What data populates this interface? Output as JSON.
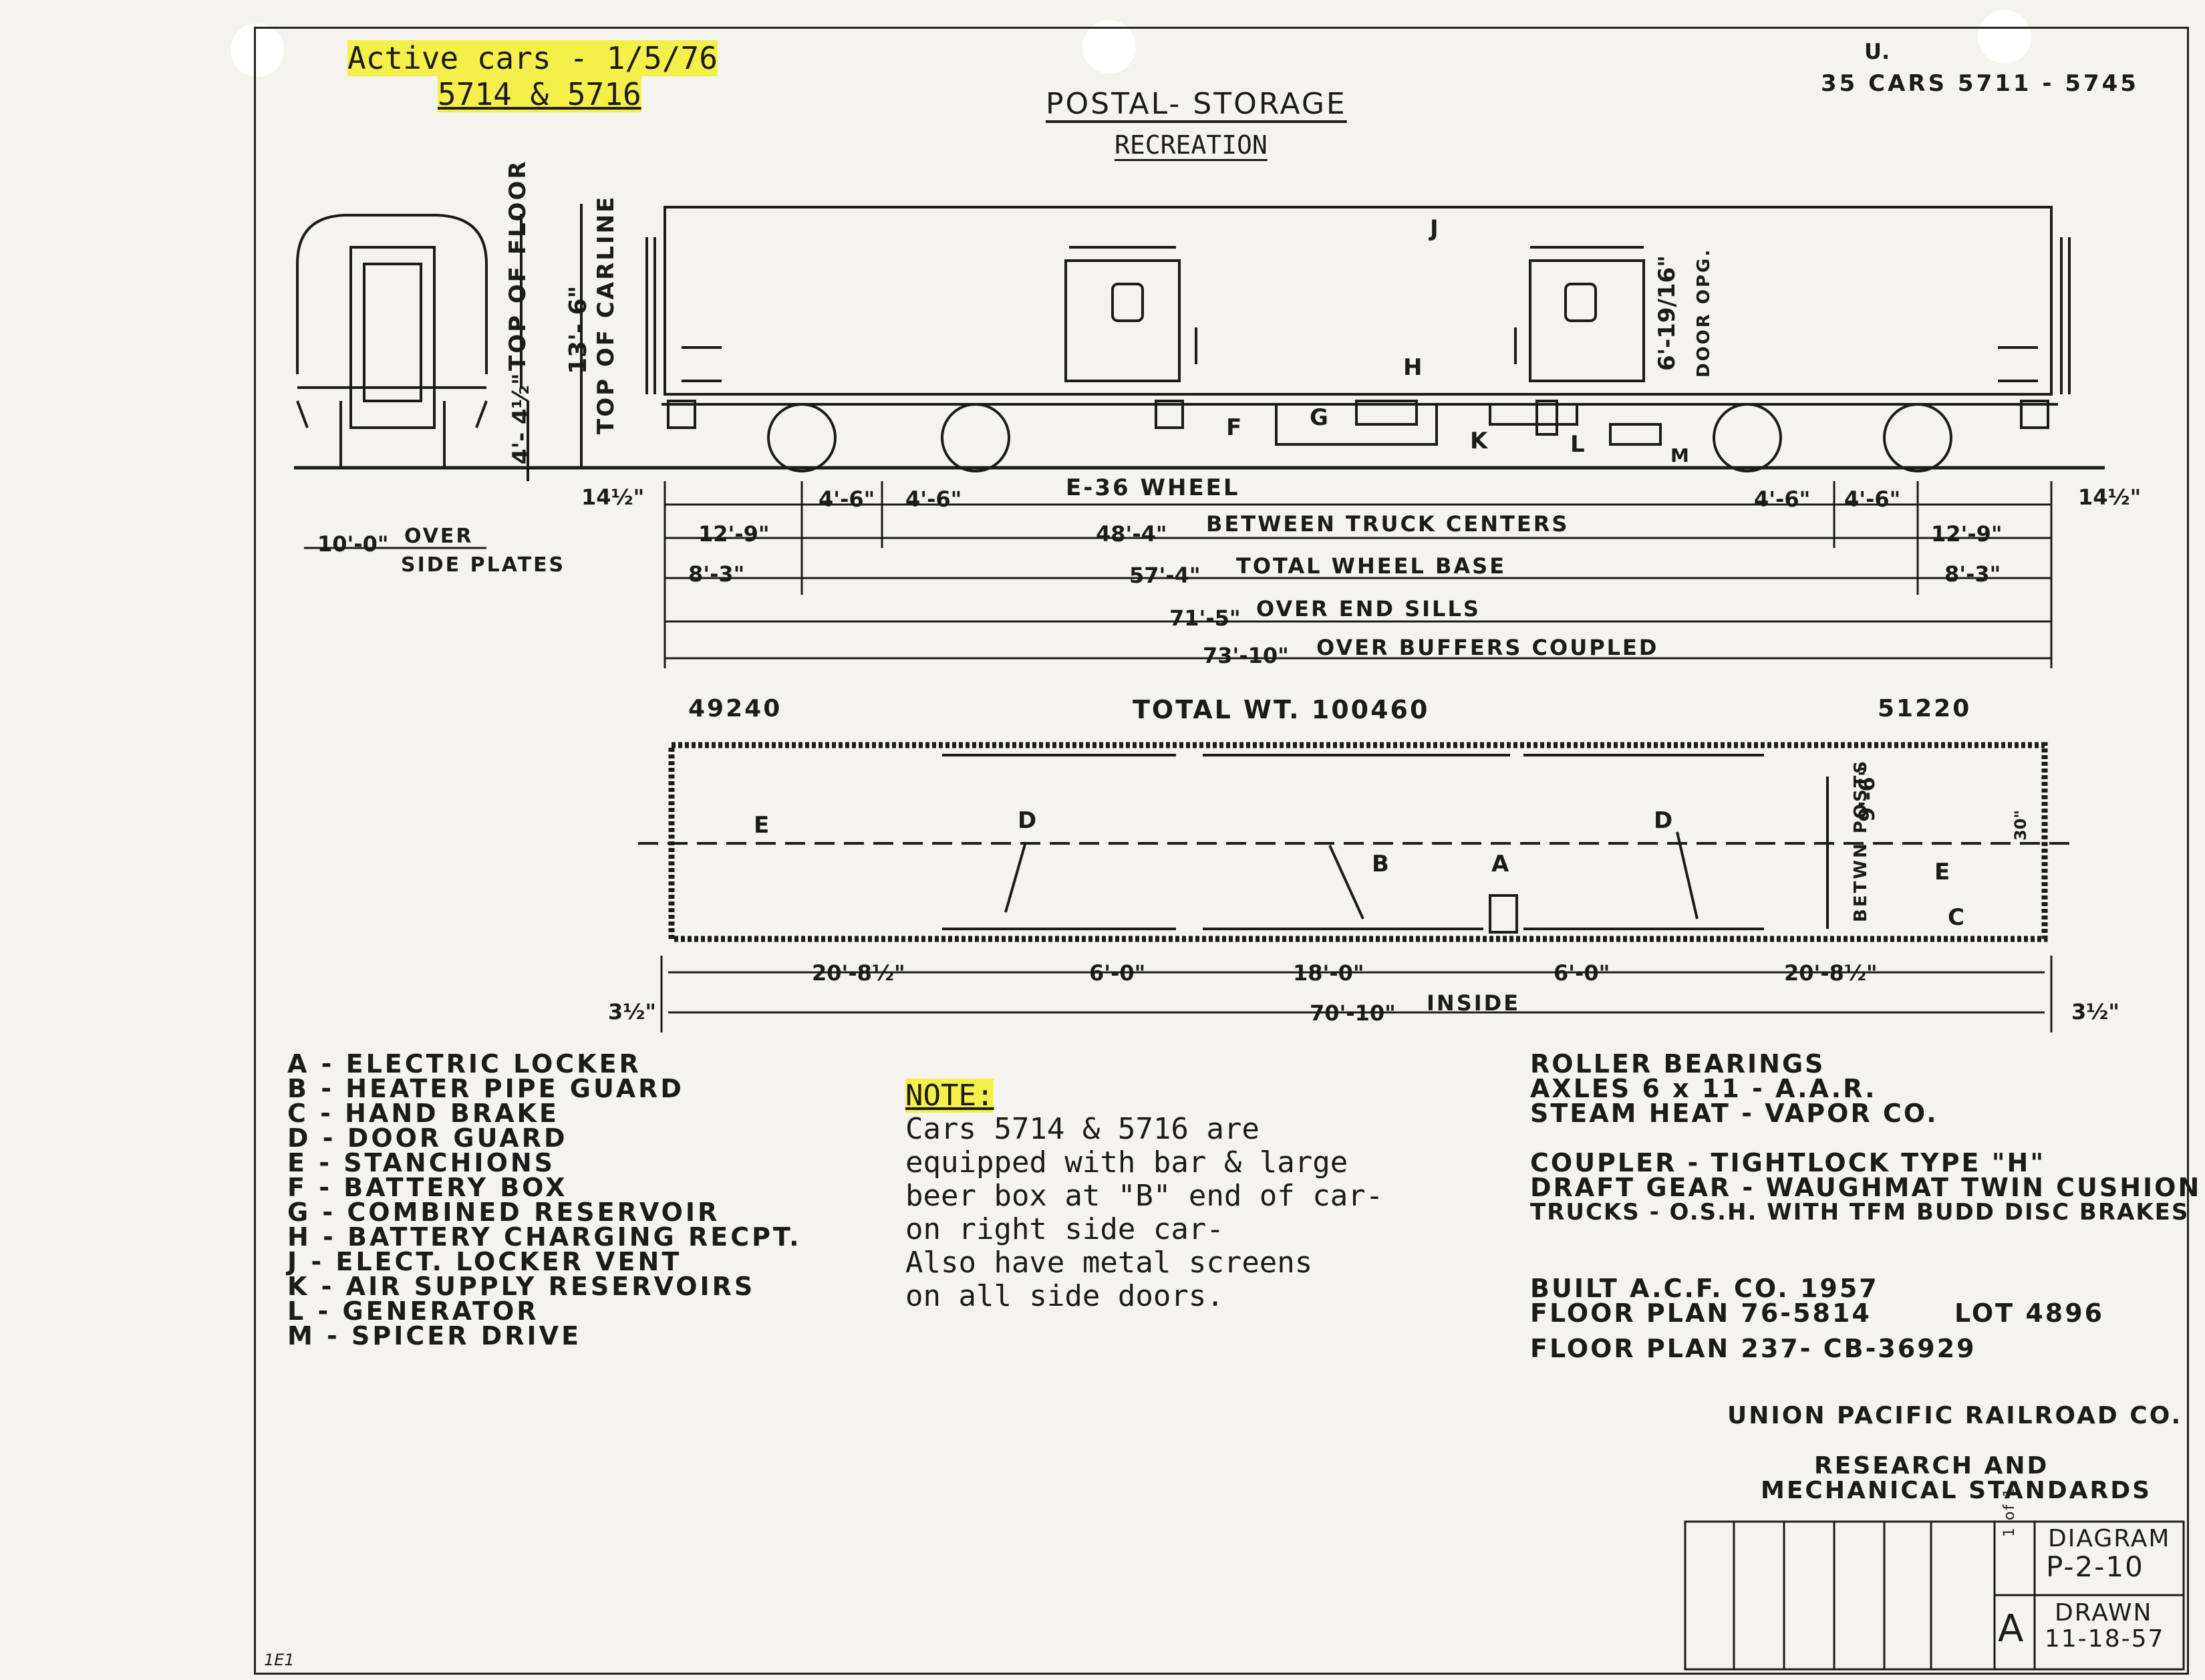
{
  "handwritten": {
    "line1": "Active cars - 1/5/76",
    "line2": "5714 & 5716"
  },
  "header": {
    "cars": "35 CARS  5711 - 5745",
    "top_mark": "U.",
    "title": "POSTAL- STORAGE",
    "subtitle": "RECREATION"
  },
  "elevation_labels": {
    "top_of_floor": "TOP OF FLOOR",
    "top_of_carline": "TOP OF CARLINE",
    "height_13_6": "13'- 6\"",
    "height_4_4": "4'- 4½\"",
    "door_opening": "6'-19/16\"",
    "door_opg": "DOOR OPG.",
    "wheel": "E-36 WHEEL",
    "callouts": [
      "J",
      "H",
      "F",
      "G",
      "K",
      "L",
      "M"
    ]
  },
  "dimensions": {
    "left_end": "14½\"",
    "right_end": "14½\"",
    "axle_4_6": "4'-6\"",
    "truck_end": "12'-9\"",
    "truck_centers": "48'-4\"",
    "truck_centers_label": "BETWEEN TRUCK CENTERS",
    "wheel_base_end": "8'-3\"",
    "wheel_base": "57'-4\"",
    "wheel_base_label": "TOTAL WHEEL BASE",
    "end_sills": "71'-5\"",
    "end_sills_label": "OVER END SILLS",
    "buffers": "73'-10\"",
    "buffers_label": "OVER BUFFERS COUPLED",
    "width": "10'-0\"",
    "width_label_1": "OVER",
    "width_label_2": "SIDE PLATES"
  },
  "weights": {
    "left": "49240",
    "total": "TOTAL WT. 100460",
    "right": "51220"
  },
  "floor_plan": {
    "callouts": [
      "E",
      "D",
      "B",
      "A",
      "D",
      "E",
      "C"
    ],
    "posts_dim": "9'-6\"",
    "posts_label": "BETWN POSTS",
    "left_side_dim": "20'-8½\"",
    "door_dim": "6'-0\"",
    "center_dim": "18'-0\"",
    "right_side_dim": "20'-8½\"",
    "inside_dim": "70'-10\"",
    "inside_label": "INSIDE",
    "end_dim": "3½\"",
    "small_30": "30\""
  },
  "legend": [
    "A - ELECTRIC LOCKER",
    "B - HEATER PIPE GUARD",
    "C - HAND BRAKE",
    "D - DOOR GUARD",
    "E - STANCHIONS",
    "F - BATTERY BOX",
    "G - COMBINED RESERVOIR",
    "H - BATTERY CHARGING RECPT.",
    "J - ELECT. LOCKER VENT",
    "K - AIR SUPPLY RESERVOIRS",
    "L - GENERATOR",
    "M - SPICER DRIVE"
  ],
  "note": {
    "heading": "NOTE:",
    "lines": [
      "Cars 5714 & 5716 are",
      "equipped with bar & large",
      "beer box at \"B\" end of car-",
      "on right side car-",
      "Also have metal screens",
      "on all side doors."
    ]
  },
  "specs": [
    "ROLLER BEARINGS",
    "AXLES 6 x 11 - A.A.R.",
    "STEAM HEAT - VAPOR CO.",
    "",
    "COUPLER - TIGHTLOCK TYPE \"H\"",
    "DRAFT GEAR - WAUGHMAT TWIN CUSHION",
    "TRUCKS - O.S.H. WITH TFM BUDD DISC BRAKES"
  ],
  "build": {
    "built": "BUILT A.C.F. CO. 1957",
    "floor_plan_1": "FLOOR PLAN 76-5814",
    "lot": "LOT 4896",
    "floor_plan_2": "FLOOR  PLAN  237- CB-36929"
  },
  "company": {
    "name": "UNION PACIFIC RAILROAD CO.",
    "dept_1": "RESEARCH AND",
    "dept_2": "MECHANICAL STANDARDS"
  },
  "title_block": {
    "diagram_label": "DIAGRAM",
    "diagram_no": "P-2-10",
    "sheet": "1 of 1",
    "rev": "A",
    "drawn_label": "DRAWN",
    "drawn_date": "11-18-57"
  },
  "corner_mark": "1E1"
}
